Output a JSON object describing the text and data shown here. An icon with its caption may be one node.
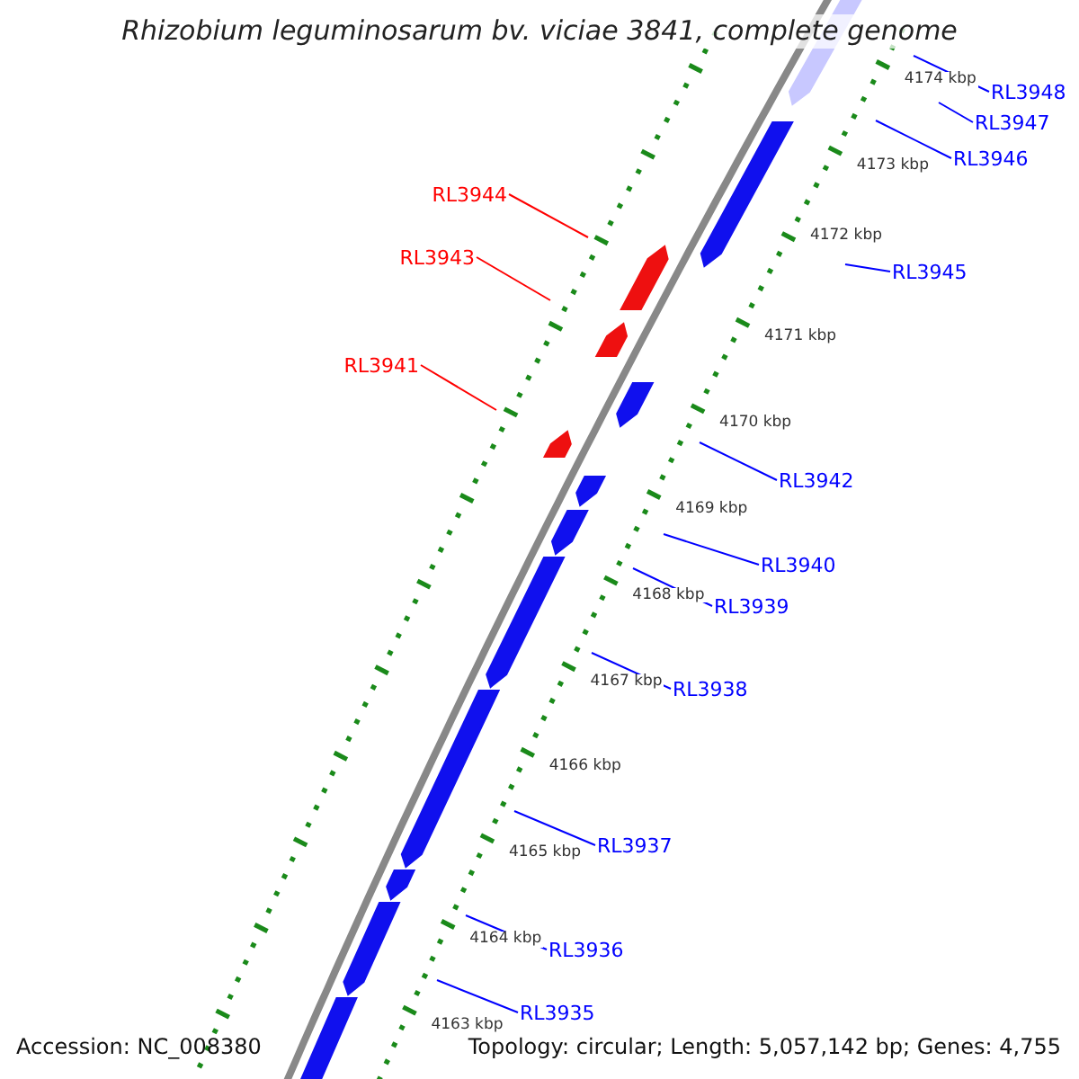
{
  "diagram": {
    "title": "Rhizobium leguminosarum bv. viciae 3841, complete genome",
    "nodes": [
      {
        "text": [
          "RL3948"
        ]
      },
      {
        "text": [
          "RL3947"
        ]
      },
      {
        "text": [
          "RL3946"
        ]
      },
      {
        "text": [
          "RL3944"
        ]
      },
      {
        "text": [
          "RL3943"
        ]
      },
      {
        "text": [
          "RL3945"
        ]
      },
      {
        "text": [
          "RL3941"
        ]
      },
      {
        "text": [
          "RL3942"
        ]
      },
      {
        "text": [
          "RL3940"
        ]
      },
      {
        "text": [
          "RL3939"
        ]
      },
      {
        "text": [
          "RL3938"
        ]
      },
      {
        "text": [
          "RL3937"
        ]
      },
      {
        "text": [
          "RL3936"
        ]
      },
      {
        "text": [
          "RL3935"
        ]
      }
    ],
    "edges": [
      {
        "from": 0,
        "to": null,
        "arrow": "none"
      },
      {
        "from": 1,
        "to": null,
        "arrow": "none"
      },
      {
        "from": 2,
        "to": null,
        "arrow": "none"
      },
      {
        "from": 3,
        "to": null,
        "arrow": "none",
        "color": "#ff0000"
      },
      {
        "from": 4,
        "to": null,
        "arrow": "none",
        "color": "#ff0000"
      },
      {
        "from": 5,
        "to": null,
        "arrow": "none"
      },
      {
        "from": 6,
        "to": null,
        "arrow": "none",
        "color": "#ff0000"
      },
      {
        "from": 7,
        "to": null,
        "arrow": "none"
      },
      {
        "from": 8,
        "to": null,
        "arrow": "none"
      },
      {
        "from": 9,
        "to": null,
        "arrow": "none"
      },
      {
        "from": 10,
        "to": null,
        "arrow": "none"
      },
      {
        "from": 11,
        "to": null,
        "arrow": "none"
      },
      {
        "from": 12,
        "to": null,
        "arrow": "none"
      },
      {
        "from": 13,
        "to": null,
        "arrow": "none"
      }
    ],
    "labels": [
      "4174 kbp",
      "4173 kbp",
      "4172 kbp",
      "4171 kbp",
      "4170 kbp",
      "4169 kbp",
      "4168 kbp",
      "4167 kbp",
      "4166 kbp",
      "4165 kbp",
      "4164 kbp",
      "4163 kbp",
      "Accession: NC_008380",
      "Topology: circular; Length: 5,057,142 bp; Genes: 4,755"
    ]
  }
}
